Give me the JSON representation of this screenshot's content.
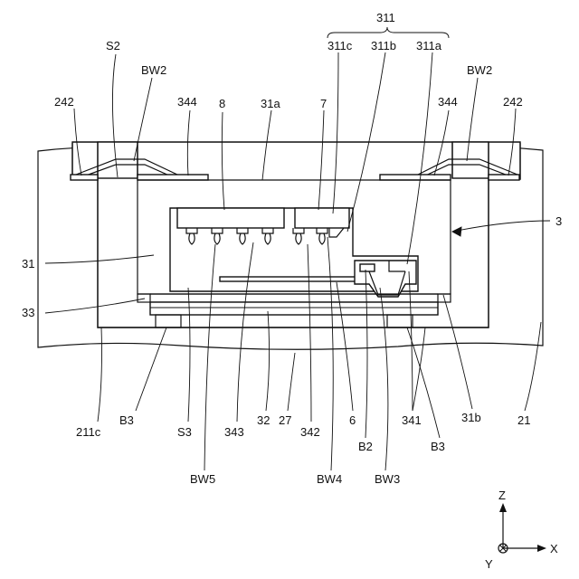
{
  "labels": {
    "l311": "311",
    "l311c": "311c",
    "l311b": "311b",
    "l311a": "311a",
    "lS2": "S2",
    "lBW2_left": "BW2",
    "lBW2_right": "BW2",
    "l242_left": "242",
    "l242_right": "242",
    "l344_left": "344",
    "l344_right": "344",
    "l8": "8",
    "l31a": "31a",
    "l7": "7",
    "l3": "3",
    "l31": "31",
    "l33": "33",
    "l211c": "211c",
    "lB3_left": "B3",
    "lS3": "S3",
    "l343": "343",
    "l32": "32",
    "l27": "27",
    "l342": "342",
    "l6": "6",
    "lB2": "B2",
    "l341": "341",
    "lB3_right": "B3",
    "l31b": "31b",
    "l21": "21",
    "lBW5": "BW5",
    "lBW4": "BW4",
    "lBW3": "BW3"
  },
  "axes": {
    "z": "Z",
    "x": "X",
    "y": "Y"
  },
  "colors": {
    "stroke": "#111111",
    "background": "#ffffff",
    "hatch": "#111111"
  }
}
